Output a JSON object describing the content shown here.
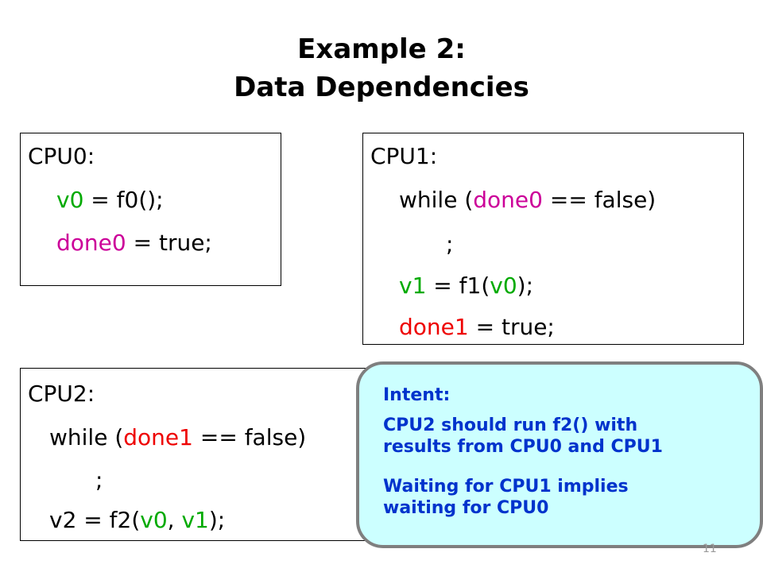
{
  "title": {
    "line1": "Example 2:",
    "line2": "Data Dependencies"
  },
  "cpu0": {
    "label": "CPU0:",
    "l1": {
      "var": "v0",
      "rest": " = f0();"
    },
    "l2": {
      "var": "done0",
      "rest": " = true;"
    }
  },
  "cpu1": {
    "label": "CPU1:",
    "l1": {
      "pre": "while (",
      "var": "done0",
      "rest": " == false)"
    },
    "l2": ";",
    "l3": {
      "var": "v1",
      "mid": " = f1(",
      "arg": "v0",
      "rest": ");"
    },
    "l4": {
      "var": "done1",
      "rest": " = true;"
    }
  },
  "cpu2": {
    "label": "CPU2:",
    "l1": {
      "pre": "while (",
      "var": "done1",
      "rest": " == false)"
    },
    "l2": ";",
    "l3": {
      "pre": "v2 = f2(",
      "arg1": "v0",
      "sep": ", ",
      "arg2": "v1",
      "rest": ");"
    }
  },
  "callout": {
    "heading": "Intent:",
    "p1_line1": "CPU2 should run f2() with",
    "p1_line2": "results from CPU0 and CPU1",
    "p2_line1": "Waiting for CPU1 implies",
    "p2_line2": "waiting for CPU0"
  },
  "page_number": "11",
  "colors": {
    "v0": "#00aa00",
    "done0": "#cc0099",
    "v1": "#00aa00",
    "done1": "#ee0000",
    "callout_text": "#0033cc",
    "callout_bg": "#ccffff"
  }
}
